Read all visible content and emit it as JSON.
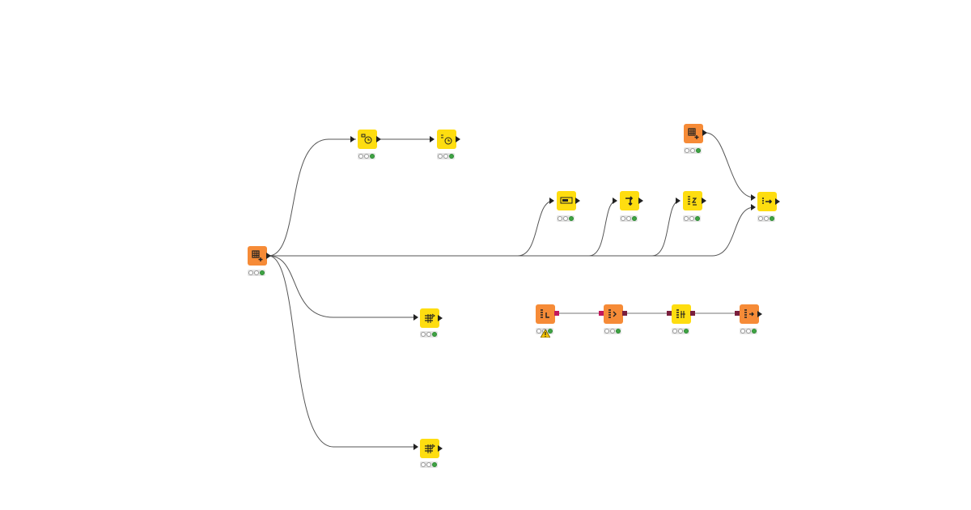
{
  "workflow": {
    "canvas_background": "#ffffff",
    "colors": {
      "manipulator": "#fedd10",
      "source": "#f68b37",
      "connection": "#333333",
      "db_port": "#7a1f3d",
      "db_port_first": "#c2185b",
      "executed": "#3fa444"
    },
    "nodes": [
      {
        "id": "source-main",
        "type": "source",
        "icon": "table-creator-icon",
        "status": "executed"
      },
      {
        "id": "node-date-1",
        "type": "manipulator",
        "icon": "date-time-icon",
        "status": "executed"
      },
      {
        "id": "node-date-2",
        "type": "manipulator",
        "icon": "date-time-shift-icon",
        "status": "executed"
      },
      {
        "id": "node-col-filter",
        "type": "manipulator",
        "icon": "column-filter-icon",
        "status": "executed"
      },
      {
        "id": "node-sorter",
        "type": "manipulator",
        "icon": "sorter-icon",
        "status": "executed"
      },
      {
        "id": "node-rename",
        "type": "manipulator",
        "icon": "column-rename-icon",
        "status": "executed"
      },
      {
        "id": "source-second",
        "type": "source",
        "icon": "table-creator-icon",
        "status": "executed"
      },
      {
        "id": "node-joiner",
        "type": "manipulator",
        "icon": "joiner-icon",
        "status": "executed"
      },
      {
        "id": "node-filter-a",
        "type": "manipulator",
        "icon": "row-filter-icon",
        "status": "executed"
      },
      {
        "id": "node-filter-b",
        "type": "manipulator",
        "icon": "row-filter-icon",
        "status": "executed"
      },
      {
        "id": "db-connector",
        "type": "source",
        "icon": "db-connector-icon",
        "status": "warning"
      },
      {
        "id": "db-table-selector",
        "type": "source",
        "icon": "db-table-selector-icon",
        "status": "executed"
      },
      {
        "id": "db-row-filter",
        "type": "manipulator",
        "icon": "db-row-filter-icon",
        "status": "executed"
      },
      {
        "id": "db-reader",
        "type": "source",
        "icon": "db-reader-icon",
        "status": "executed"
      }
    ]
  }
}
